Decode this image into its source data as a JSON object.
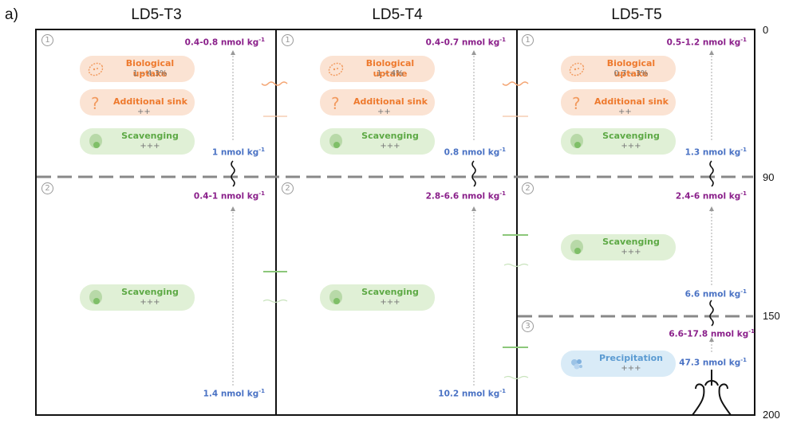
{
  "panel_label": "a)",
  "columns": [
    {
      "title": "LD5-T3"
    },
    {
      "title": "LD5-T4"
    },
    {
      "title": "LD5-T5"
    }
  ],
  "depth_axis": {
    "ticks": [
      "0",
      "90",
      "150",
      "200"
    ]
  },
  "zones": {
    "z1": "1",
    "z2": "2",
    "z3": "3"
  },
  "t3": {
    "top_value": "0.4-0.8 nmol kg",
    "mid_value_upper": "1 nmol kg",
    "mid_value_lower": "0.4-1 nmol kg",
    "bottom_value": "1.4 nmol kg",
    "bio_name": "Biological uptake",
    "bio_range": "1 – 4.3%",
    "sink_name": "Additional sink",
    "sink_level": "++",
    "scav1_name": "Scavenging",
    "scav1_level": "+++",
    "scav2_name": "Scavenging",
    "scav2_level": "+++"
  },
  "t4": {
    "top_value": "0.4-0.7 nmol kg",
    "mid_value_upper": "0.8 nmol kg",
    "mid_value_lower": "2.8-6.6 nmol kg",
    "bottom_value": "10.2 nmol kg",
    "bio_name": "Biological uptake",
    "bio_range": "1 – 4%",
    "sink_name": "Additional sink",
    "sink_level": "++",
    "scav1_name": "Scavenging",
    "scav1_level": "+++",
    "scav2_name": "Scavenging",
    "scav2_level": "+++"
  },
  "t5": {
    "top_value": "0.5-1.2 nmol kg",
    "mid_value_upper": "1.3 nmol kg",
    "mid_value_lower": "2.4-6 nmol kg",
    "deep_value_upper": "6.6 nmol kg",
    "deep_value_lower": "6.6-17.8 nmol kg",
    "bottom_value": "47.3 nmol kg",
    "bio_name": "Biological uptake",
    "bio_range": "0.7 – 3%",
    "sink_name": "Additional sink",
    "sink_level": "++",
    "scav1_name": "Scavenging",
    "scav1_level": "+++",
    "scav2_name": "Scavenging",
    "scav2_level": "+++",
    "prec_name": "Precipitation",
    "prec_level": "+++"
  },
  "unit_exponent": "-1",
  "colors": {
    "purple_value": "#8a1f8a",
    "blue_value": "#4a72c4",
    "orange_process": "#ee7a2e",
    "green_process": "#5da945",
    "blue_process": "#5b9bd2"
  },
  "icons": [
    "bacteria-icon",
    "question-mark-icon",
    "particle-icon",
    "precipitate-icon",
    "hydrothermal-vent-icon",
    "wavy-arrow-icon"
  ]
}
